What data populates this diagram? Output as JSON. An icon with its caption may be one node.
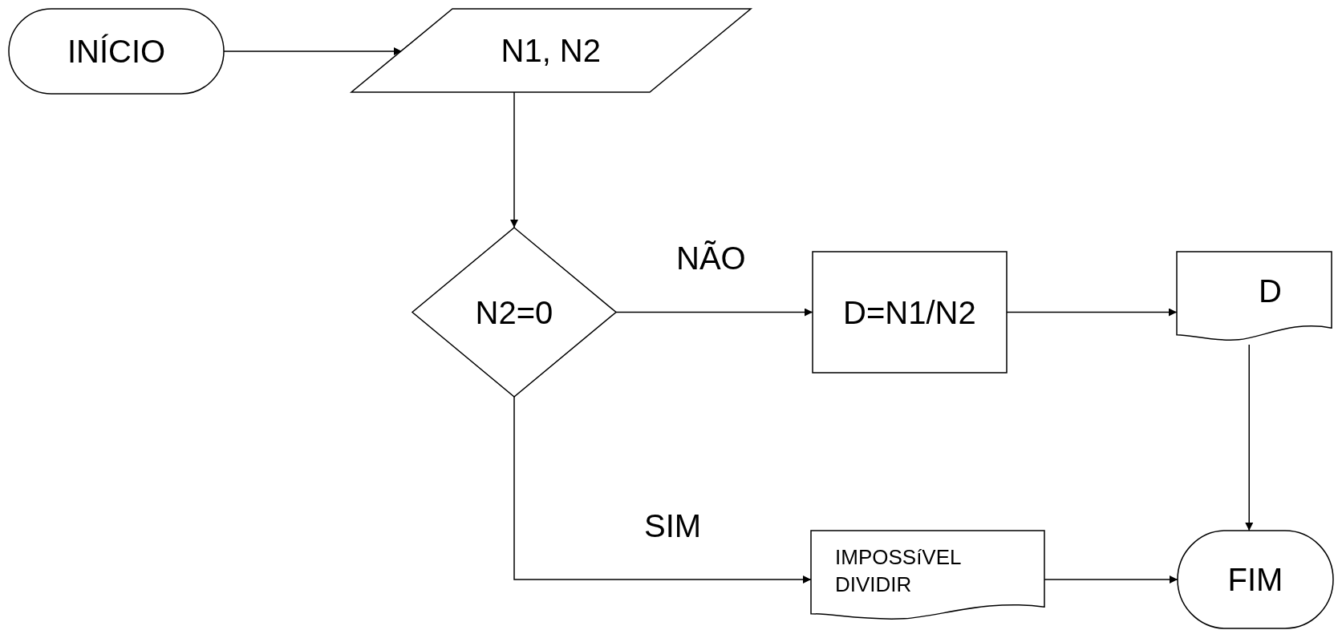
{
  "diagram": {
    "nodes": [
      {
        "text": [
          "INÍCIO"
        ]
      },
      {
        "text": [
          "N1, N2"
        ]
      },
      {
        "text": [
          "N2=0"
        ]
      },
      {
        "text": [
          "D=N1/N2"
        ]
      },
      {
        "text": [
          "D"
        ]
      },
      {
        "text": [
          "IMPOSSíVEL DIVIDIR"
        ]
      },
      {
        "text": [
          "FIM"
        ]
      }
    ],
    "edges": [
      {
        "from": 0,
        "to": 1,
        "arrow": "to"
      },
      {
        "from": 1,
        "to": 2,
        "arrow": "to"
      },
      {
        "from": 2,
        "to": 3,
        "arrow": "to",
        "label": "NÃO"
      },
      {
        "from": 3,
        "to": 4,
        "arrow": "to"
      },
      {
        "from": 2,
        "to": 5,
        "arrow": "to",
        "label": "SIM"
      },
      {
        "from": 5,
        "to": 6,
        "arrow": "to"
      },
      {
        "from": 4,
        "to": 6,
        "arrow": "to"
      }
    ]
  }
}
